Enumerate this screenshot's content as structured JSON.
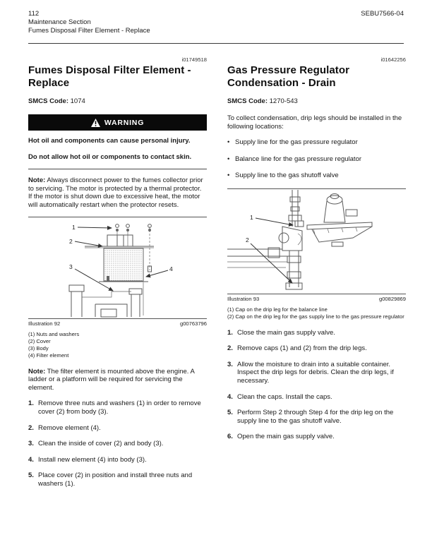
{
  "colors": {
    "ink": "#1a1a1a",
    "warning_bg": "#0a0a0a",
    "warning_fg": "#ffffff",
    "line_art": "#5a5a5a"
  },
  "header": {
    "page_number": "112",
    "section": "Maintenance Section",
    "subsection": "Fumes Disposal Filter Element - Replace",
    "doc_code": "SEBU7566-04"
  },
  "left": {
    "article_id": "i01749518",
    "title": "Fumes Disposal Filter Element - Replace",
    "smcs_label": "SMCS Code:",
    "smcs_value": "1074",
    "warning_label": "WARNING",
    "warning_para1": "Hot oil and components can cause personal injury.",
    "warning_para2": "Do not allow hot oil or components to contact skin.",
    "note1_label": "Note:",
    "note1_text": "Always disconnect power to the fumes collector prior to servicing. The motor is protected by a thermal protector. If the motor is shut down due to excessive heat, the motor will automatically restart when the protector resets.",
    "illustration": {
      "label": "Illustration 92",
      "code": "g00763796",
      "callout_nums": [
        "1",
        "2",
        "3",
        "4"
      ],
      "callouts": [
        "(1) Nuts and washers",
        "(2) Cover",
        "(3) Body",
        "(4) Filter element"
      ]
    },
    "note2_label": "Note:",
    "note2_text": "The filter element is mounted above the engine. A ladder or a platform will be required for servicing the element.",
    "steps": [
      {
        "num": "1.",
        "text": "Remove three nuts and washers (1) in order to remove cover (2) from body (3)."
      },
      {
        "num": "2.",
        "text": "Remove element (4)."
      },
      {
        "num": "3.",
        "text": "Clean the inside of cover (2) and body (3)."
      },
      {
        "num": "4.",
        "text": "Install new element (4) into body (3)."
      },
      {
        "num": "5.",
        "text": "Place cover (2) in position and install three nuts and washers (1)."
      }
    ]
  },
  "right": {
    "article_id": "i01642256",
    "title": "Gas Pressure Regulator Condensation - Drain",
    "smcs_label": "SMCS Code:",
    "smcs_value": "1270-543",
    "intro": "To collect condensation, drip legs should be installed in the following locations:",
    "bullet_glyph": "•",
    "bullets": [
      "Supply line for the gas pressure regulator",
      "Balance line for the gas pressure regulator",
      "Supply line to the gas shutoff valve"
    ],
    "illustration": {
      "label": "Illustration 93",
      "code": "g00829869",
      "callout_nums": [
        "1",
        "2"
      ],
      "callouts": [
        "(1) Cap on the drip leg for the balance line",
        "(2) Cap on the drip leg for the gas supply line to the gas pressure regulator"
      ]
    },
    "steps": [
      {
        "num": "1.",
        "text": "Close the main gas supply valve."
      },
      {
        "num": "2.",
        "text": "Remove caps (1) and (2) from the drip legs."
      },
      {
        "num": "3.",
        "text": "Allow the moisture to drain into a suitable container. Inspect the drip legs for debris. Clean the drip legs, if necessary."
      },
      {
        "num": "4.",
        "text": "Clean the caps. Install the caps."
      },
      {
        "num": "5.",
        "text": "Perform Step 2 through Step 4 for the drip leg on the supply line to the gas shutoff valve."
      },
      {
        "num": "6.",
        "text": "Open the main gas supply valve."
      }
    ]
  }
}
